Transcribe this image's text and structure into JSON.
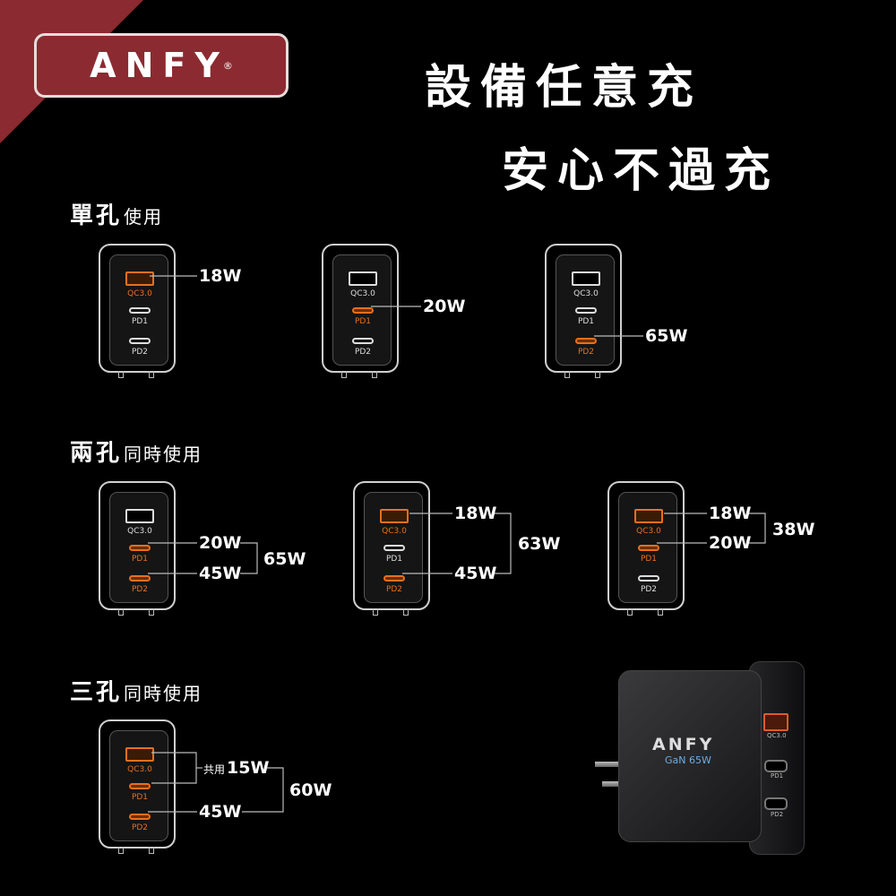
{
  "brand": {
    "name": "ANFY",
    "reg": "®"
  },
  "headline": {
    "line1": "設備任意充",
    "line2": "安心不過充"
  },
  "sections": [
    {
      "big": "單孔",
      "small": "使用"
    },
    {
      "big": "兩孔",
      "small": "同時使用"
    },
    {
      "big": "三孔",
      "small": "同時使用"
    }
  ],
  "ports": {
    "qc": "QC3.0",
    "pd1": "PD1",
    "pd2": "PD2"
  },
  "watts": {
    "single_qc": "18W",
    "single_pd1": "20W",
    "single_pd2": "65W",
    "d1_pd1": "20W",
    "d1_pd2": "45W",
    "d1_total": "65W",
    "d2_qc": "18W",
    "d2_pd2": "45W",
    "d2_total": "63W",
    "d3_qc": "18W",
    "d3_pd1": "20W",
    "d3_total": "38W",
    "t_shared_label": "共用",
    "t_shared": "15W",
    "t_pd2": "45W",
    "t_total": "60W"
  },
  "product": {
    "logo": "ANFY",
    "model": "GaN 65W",
    "port_qc": "QC3.0",
    "port_pd1": "PD1",
    "port_pd2": "PD2"
  },
  "colors": {
    "accent": "#e8701e",
    "brand_red": "#8c2a31"
  }
}
